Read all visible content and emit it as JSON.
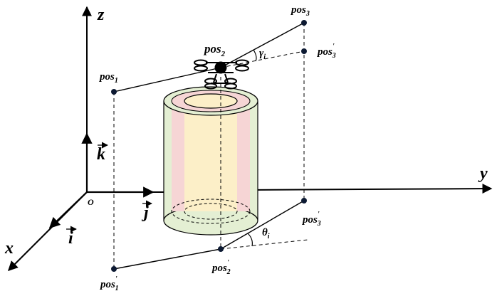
{
  "diagram": {
    "axes": {
      "x": "x",
      "y": "y",
      "z": "z",
      "origin": "O"
    },
    "unit_vectors": {
      "i": "i",
      "j": "j",
      "k": "k"
    },
    "points": {
      "pos1": {
        "base": "pos",
        "sub": "1",
        "prime": ""
      },
      "pos2": {
        "base": "pos",
        "sub": "2",
        "prime": ""
      },
      "pos3": {
        "base": "pos",
        "sub": "3",
        "prime": ""
      },
      "pos3p_upper": {
        "base": "pos",
        "sub": "3",
        "prime": "'"
      },
      "pos1p": {
        "base": "pos",
        "sub": "1",
        "prime": "'"
      },
      "pos2p": {
        "base": "pos",
        "sub": "2",
        "prime": "'"
      },
      "pos3p": {
        "base": "pos",
        "sub": "3",
        "prime": "'"
      }
    },
    "angles": {
      "gamma": {
        "base": "γ",
        "sub": "i"
      },
      "theta": {
        "base": "θ",
        "sub": "i"
      }
    },
    "colors": {
      "outer_shell": "#e4efd3",
      "middle_shell": "#f6d5d5",
      "inner_core": "#fcefc8",
      "point": "#0d1a33",
      "line": "#000000"
    }
  }
}
